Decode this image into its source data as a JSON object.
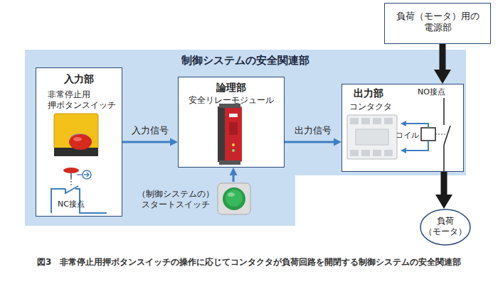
{
  "diagram": {
    "caption": "図3　非常停止用押ボタンスイッチの操作に応じてコンタクタが負荷回路を開閉する制御システムの安全関連部",
    "nodes": [
      {
        "text": [
          "制御システムの安全関連部"
        ]
      },
      {
        "text": [
          "入力部",
          "非常停止用 押ボタンスイッチ"
        ],
        "in": 0
      },
      {
        "text": [
          "論理部",
          "安全リレーモジュール"
        ],
        "in": 0
      },
      {
        "text": [
          "（制御システムの） スタートスイッチ"
        ],
        "in": 0
      },
      {
        "text": [
          "出力部",
          "コンタクタ"
        ],
        "in": 0
      },
      {
        "text": [
          "負荷（モータ）用の 電源部"
        ]
      },
      {
        "text": [
          "負荷 （モータ）"
        ]
      }
    ],
    "edges": [
      {
        "from": 1,
        "to": 2,
        "label": "入力信号",
        "arrow": "to"
      },
      {
        "from": 2,
        "to": 4,
        "label": "出力信号",
        "arrow": "to"
      },
      {
        "from": 3,
        "to": 2,
        "arrow": "to"
      },
      {
        "from": 5,
        "to": 4,
        "arrow": "to"
      },
      {
        "from": 4,
        "to": 6,
        "arrow": "to"
      }
    ],
    "labels": [
      "NC接点",
      "コイル",
      "NO接点"
    ]
  }
}
